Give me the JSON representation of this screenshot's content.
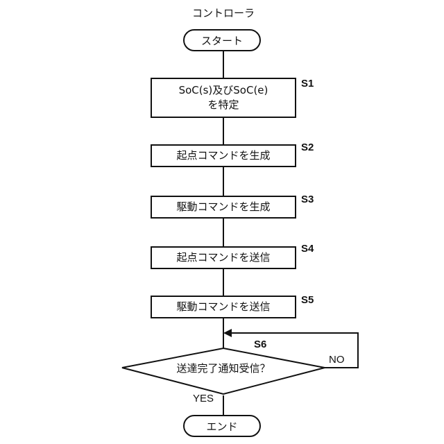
{
  "title": "コントローラ",
  "start": "スタート",
  "end": "エンド",
  "steps": [
    {
      "id": "S1",
      "line1": "SoC(s)及びSoC(e)",
      "line2": "を特定"
    },
    {
      "id": "S2",
      "text": "起点コマンドを生成"
    },
    {
      "id": "S3",
      "text": "駆動コマンドを生成"
    },
    {
      "id": "S4",
      "text": "起点コマンドを送信"
    },
    {
      "id": "S5",
      "text": "駆動コマンドを送信"
    }
  ],
  "decision": {
    "id": "S6",
    "text": "送達完了通知受信？",
    "yes": "YES",
    "no": "NO"
  }
}
